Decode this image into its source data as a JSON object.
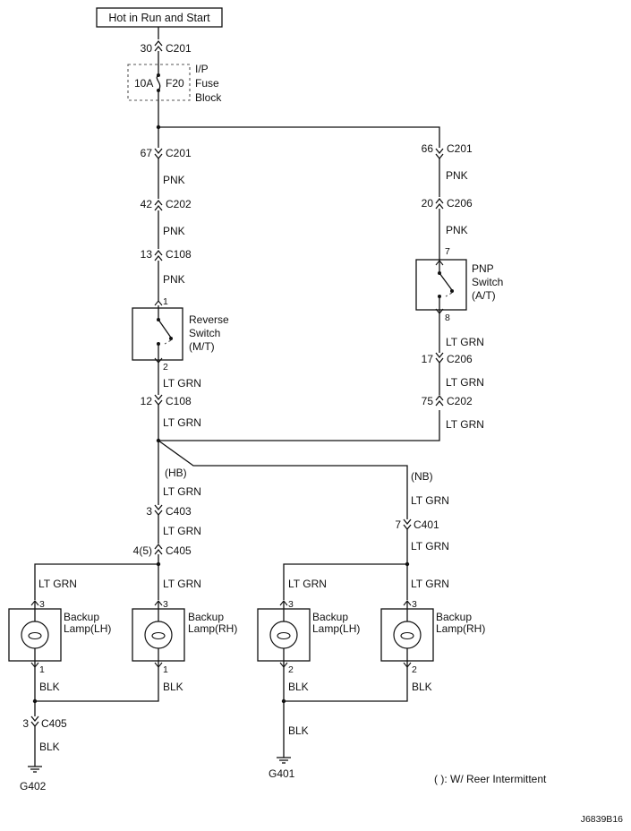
{
  "power_source": "Hot in Run and Start",
  "fuse": {
    "block_label": [
      "I/P",
      "Fuse",
      "Block"
    ],
    "rating": "10A",
    "name": "F20"
  },
  "connectors": {
    "c201_top": {
      "pin": "30",
      "name": "C201"
    },
    "c201_left": {
      "pin": "67",
      "name": "C201"
    },
    "c202_left": {
      "pin": "42",
      "name": "C202"
    },
    "c108_left_top": {
      "pin": "13",
      "name": "C108"
    },
    "c108_left_bottom": {
      "pin": "12",
      "name": "C108"
    },
    "c201_right": {
      "pin": "66",
      "name": "C201"
    },
    "c206_right_top": {
      "pin": "20",
      "name": "C206"
    },
    "c206_right_bottom": {
      "pin": "17",
      "name": "C206"
    },
    "c202_right": {
      "pin": "75",
      "name": "C202"
    },
    "c403": {
      "pin": "3",
      "name": "C403"
    },
    "c405_top": {
      "pin": "4(5)",
      "name": "C405"
    },
    "c401": {
      "pin": "7",
      "name": "C401"
    },
    "c405_bottom": {
      "pin": "3",
      "name": "C405"
    }
  },
  "wires": {
    "pnk": "PNK",
    "lt_grn": "LT GRN",
    "blk": "BLK"
  },
  "reverse_switch": {
    "label": [
      "Reverse",
      "Switch",
      "(M/T)"
    ],
    "pin_in": "1",
    "pin_out": "2"
  },
  "pnp_switch": {
    "label": [
      "PNP",
      "Switch",
      "(A/T)"
    ],
    "pin_in": "7",
    "pin_out": "8"
  },
  "branches": {
    "left": "(HB)",
    "right": "(NB)"
  },
  "lamps": [
    {
      "label": [
        "Backup",
        "Lamp(LH)"
      ],
      "pin_in": "3",
      "pin_out": "1"
    },
    {
      "label": [
        "Backup",
        "Lamp(RH)"
      ],
      "pin_in": "3",
      "pin_out": "1"
    },
    {
      "label": [
        "Backup",
        "Lamp(LH)"
      ],
      "pin_in": "3",
      "pin_out": "2"
    },
    {
      "label": [
        "Backup",
        "Lamp(RH)"
      ],
      "pin_in": "3",
      "pin_out": "2"
    }
  ],
  "grounds": {
    "left": "G402",
    "right": "G401"
  },
  "note": "( ): W/ Reer Intermittent",
  "figure_id": "J6839B16"
}
